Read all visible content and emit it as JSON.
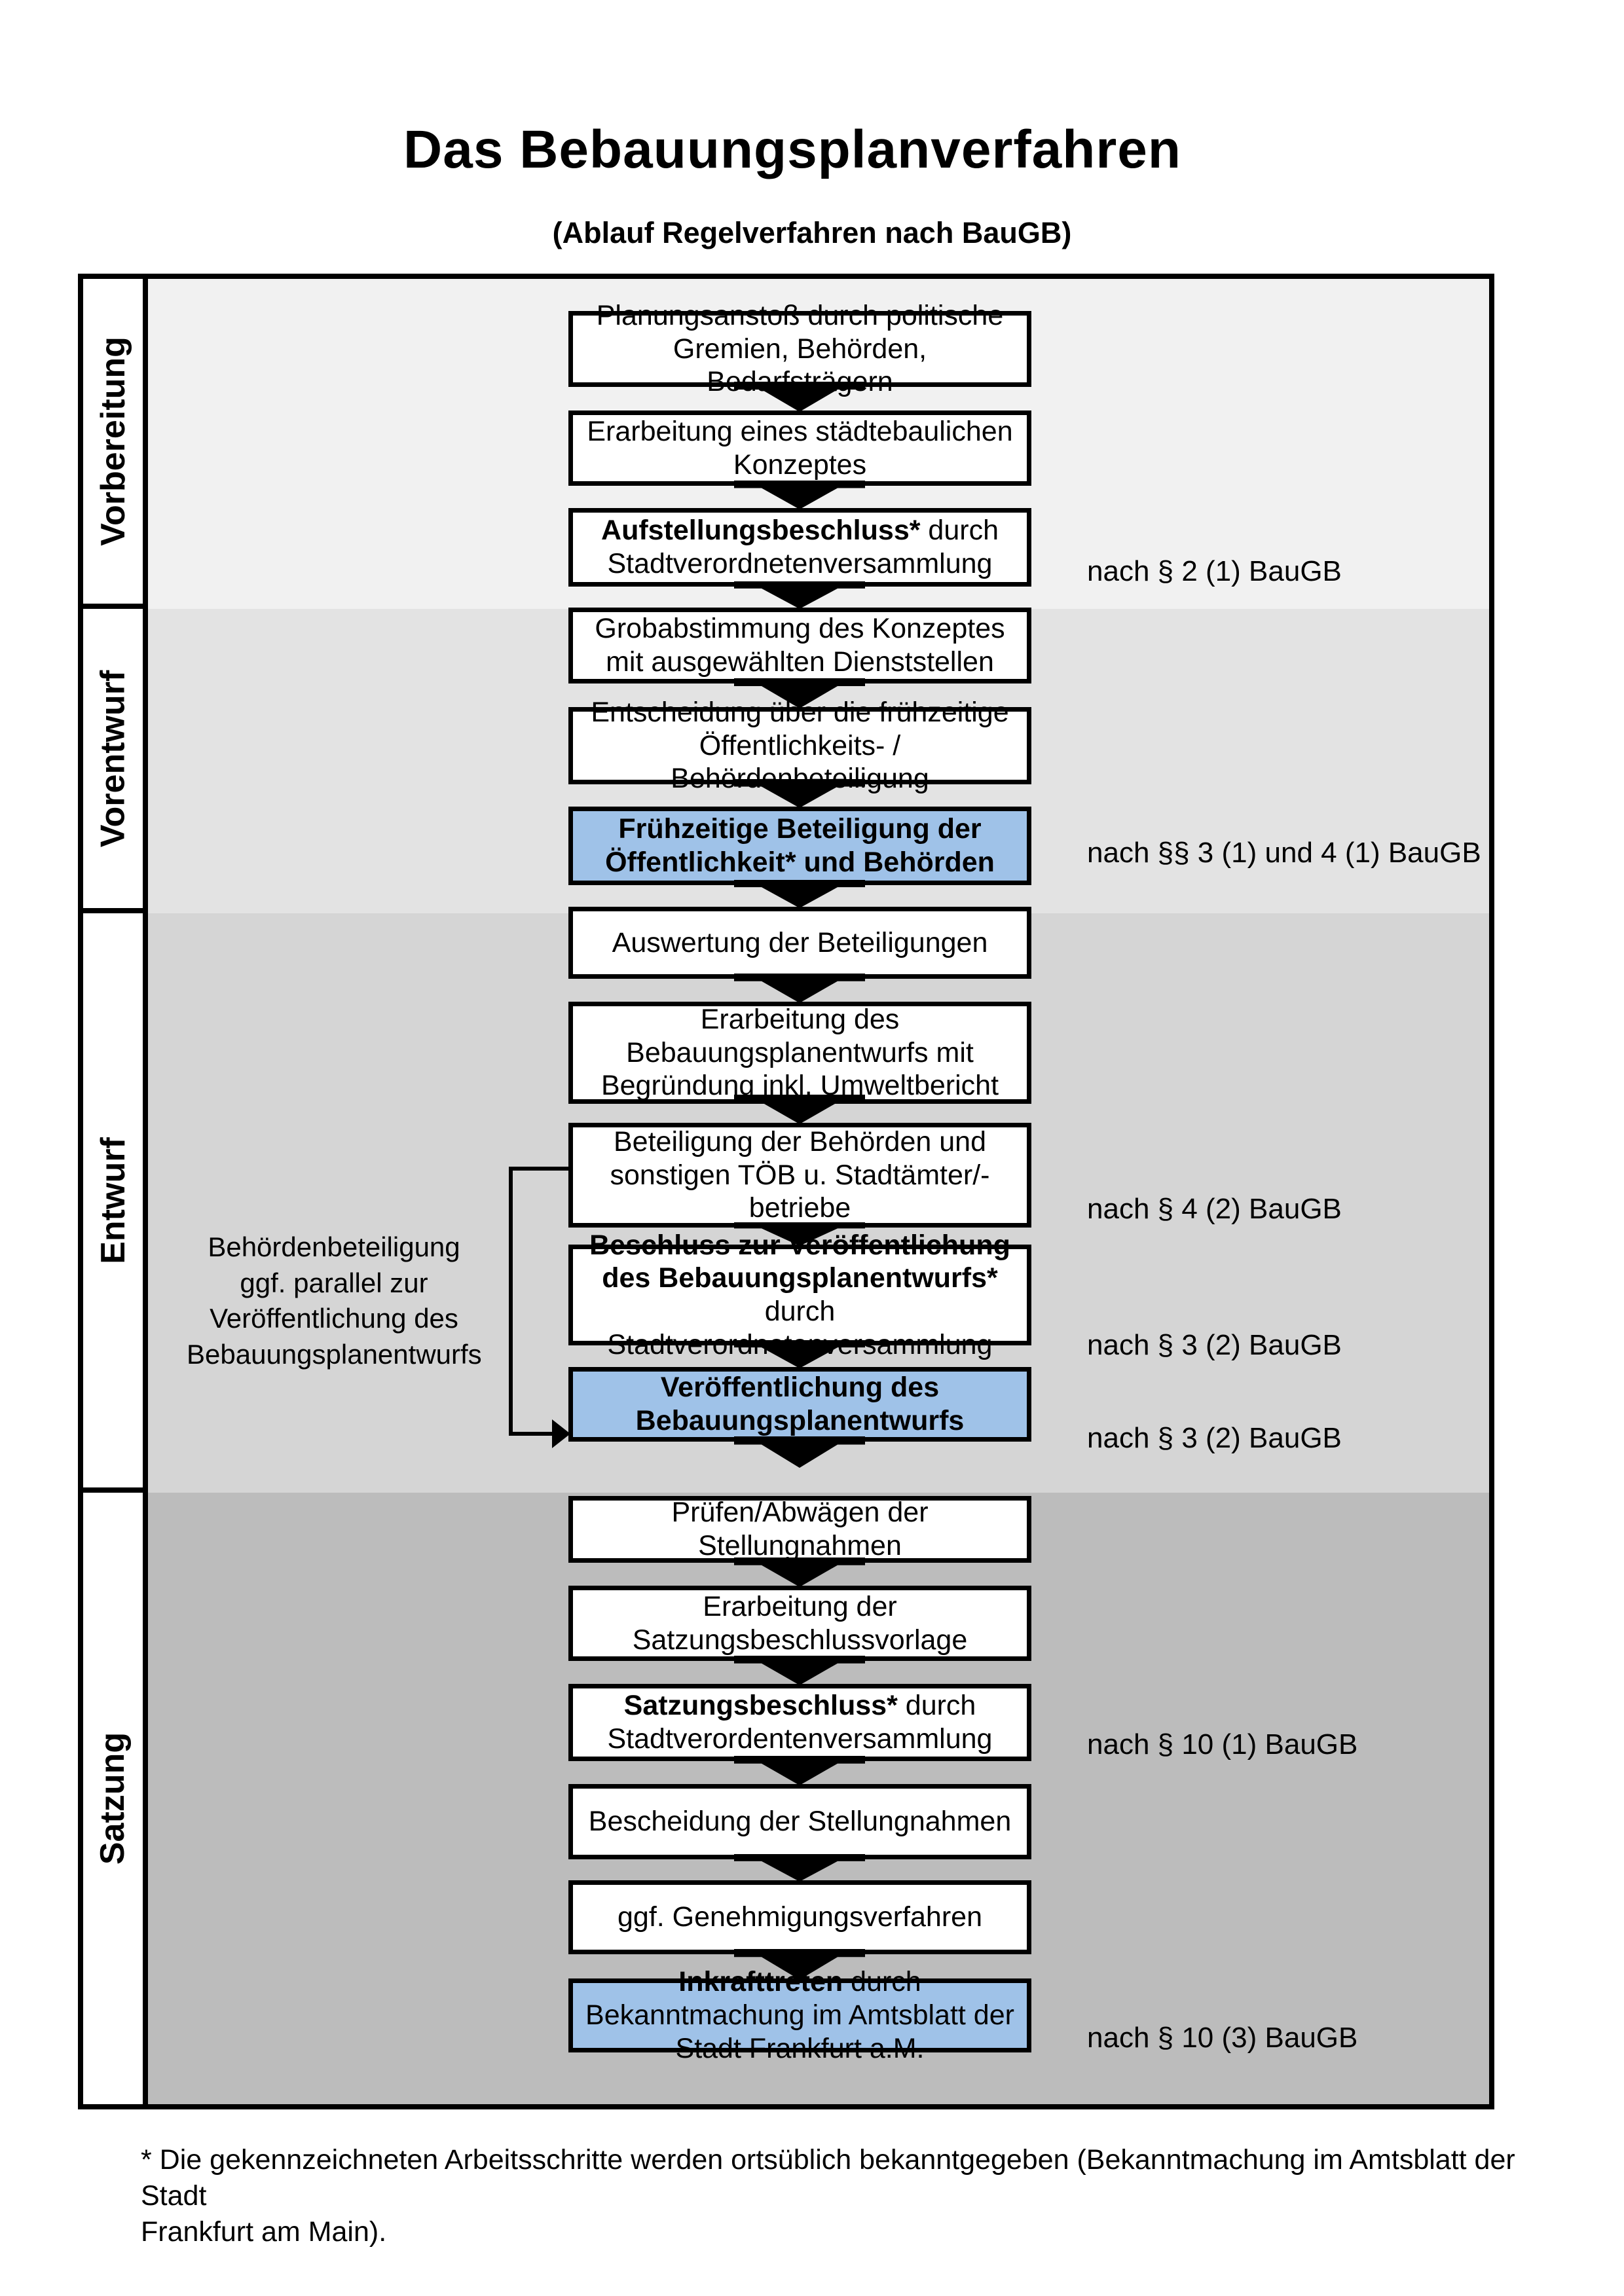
{
  "page": {
    "title": "Das Bebauungsplanverfahren",
    "subtitle": "(Ablauf Regelverfahren nach BauGB)"
  },
  "colors": {
    "highlight_blue": "#9fc2e8",
    "band_vorbereitung": "#f1f1f1",
    "band_vorentwurf": "#e3e3e3",
    "band_entwurf": "#d5d5d5",
    "band_satzung": "#bcbcbc"
  },
  "phases": [
    {
      "label": "Vorbereitung"
    },
    {
      "label": "Vorentwurf"
    },
    {
      "label": "Entwurf"
    },
    {
      "label": "Satzung"
    }
  ],
  "steps": [
    {
      "bold": "",
      "normal": "Planungsanstoß durch politische Gremien, Behörden, Bedarfsträgern",
      "highlight": false
    },
    {
      "bold": "",
      "normal": "Erarbeitung eines städtebaulichen Konzeptes",
      "highlight": false
    },
    {
      "bold": "Aufstellungsbeschluss*",
      "normal": " durch Stadtverordnetenversammlung",
      "highlight": false
    },
    {
      "bold": "",
      "normal": "Grobabstimmung des Konzeptes mit ausgewählten Dienststellen",
      "highlight": false
    },
    {
      "bold": "",
      "normal": "Entscheidung über die frühzeitige Öffentlichkeits- / Behördenbeteiligung",
      "highlight": false
    },
    {
      "bold": "Frühzeitige Beteiligung der Öffentlichkeit* und Behörden",
      "normal": "",
      "highlight": true
    },
    {
      "bold": "",
      "normal": "Auswertung der Beteiligungen",
      "highlight": false
    },
    {
      "bold": "",
      "normal": "Erarbeitung des Bebauungsplanentwurfs mit Begründung inkl. Umweltbericht",
      "highlight": false
    },
    {
      "bold": "",
      "normal": "Beteiligung der Behörden und sonstigen TÖB u. Stadtämter/-betriebe",
      "highlight": false
    },
    {
      "bold": "Beschluss zur Veröffentlichung des Bebauungsplanentwurfs*",
      "normal": " durch Stadtverordnetenversammlung",
      "highlight": false
    },
    {
      "bold": "Veröffentlichung des Bebauungsplanentwurfs",
      "normal": "",
      "highlight": true
    },
    {
      "bold": "",
      "normal": "Prüfen/Abwägen der Stellungnahmen",
      "highlight": false
    },
    {
      "bold": "",
      "normal": "Erarbeitung der Satzungsbeschlussvorlage",
      "highlight": false
    },
    {
      "bold": "Satzungsbeschluss*",
      "normal": " durch Stadtverordentenversammlung",
      "highlight": false
    },
    {
      "bold": "",
      "normal": "Bescheidung der Stellungnahmen",
      "highlight": false
    },
    {
      "bold": "",
      "normal": "ggf. Genehmigungsverfahren",
      "highlight": false
    },
    {
      "bold": "Inkrafttreten",
      "normal": " durch Bekanntmachung im Amtsblatt der Stadt Frankfurt a.M.",
      "highlight": true
    }
  ],
  "annotations": [
    {
      "text": "nach § 2 (1) BauGB"
    },
    {
      "text": "nach §§ 3 (1) und 4 (1) BauGB"
    },
    {
      "text": "nach § 4 (2) BauGB"
    },
    {
      "text": "nach § 3 (2) BauGB"
    },
    {
      "text": "nach § 3 (2) BauGB"
    },
    {
      "text": "nach § 10 (1) BauGB"
    },
    {
      "text": "nach § 10 (3) BauGB"
    }
  ],
  "side_note": {
    "lines": [
      "Behördenbeteiligung",
      "ggf. parallel zur",
      "Veröffentlichung des",
      "Bebauungsplanentwurfs"
    ]
  },
  "footnote": {
    "lines": [
      "* Die gekennzeichneten Arbeitsschritte werden ortsüblich bekanntgegeben (Bekanntmachung im Amtsblatt  der Stadt",
      "Frankfurt am Main)."
    ]
  }
}
